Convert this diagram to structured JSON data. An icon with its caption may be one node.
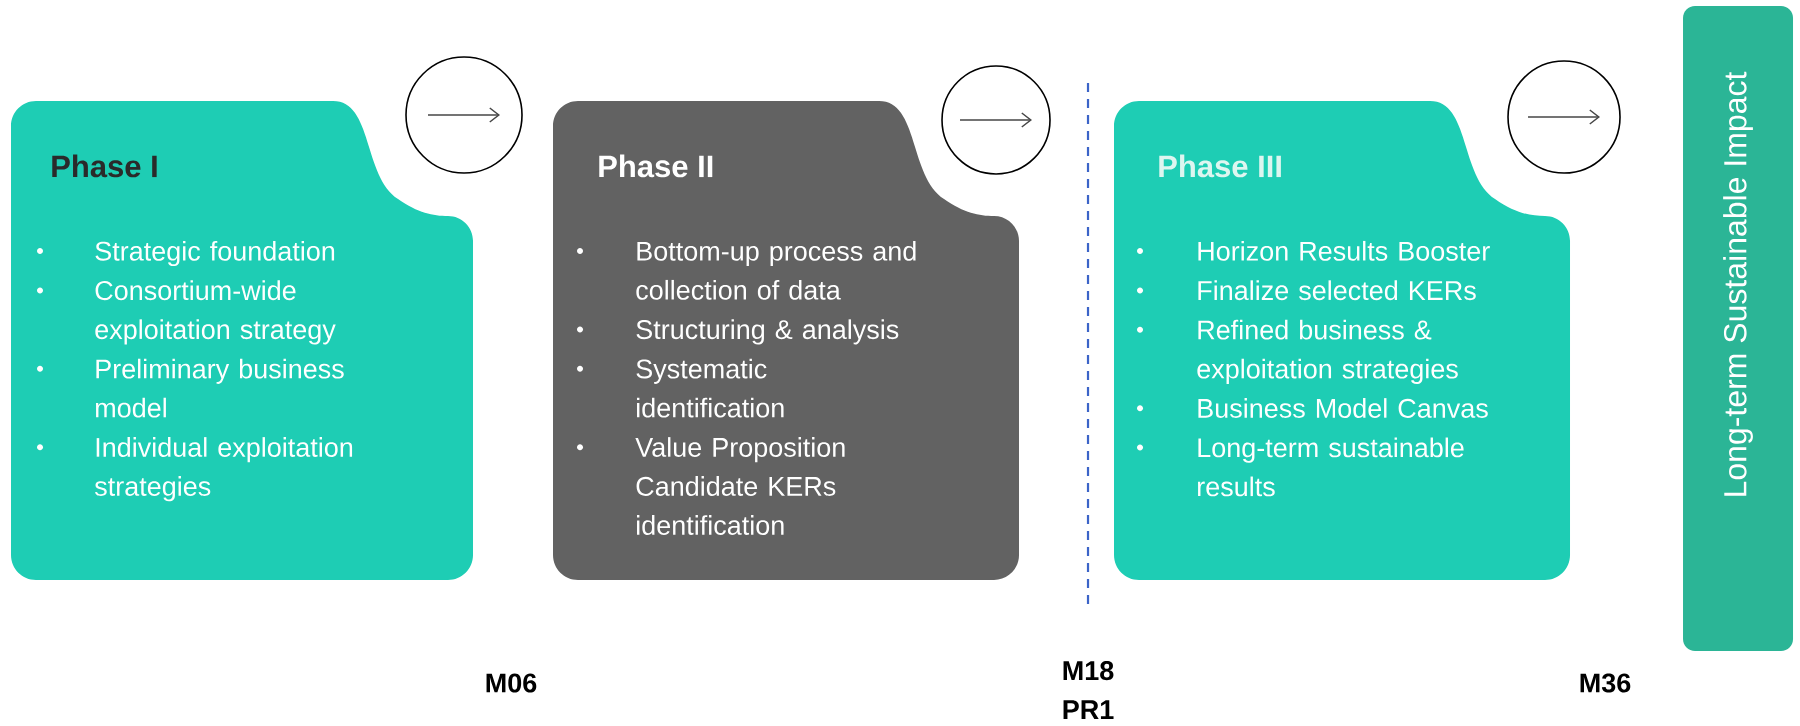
{
  "diagram": {
    "nodes": [
      {
        "text": [
          "Phase I",
          "Strategic foundation",
          "Consortium-wide exploitation strategy",
          "Preliminary business model",
          "Individual exploitation strategies"
        ]
      },
      {
        "text": [],
        "shape": "circle"
      },
      {
        "text": [
          "Phase II",
          "Bottom-up process and collection of data",
          "Structuring & analysis",
          "Systematic identification",
          "Value Proposition Candidate KERs identification"
        ]
      },
      {
        "text": [],
        "shape": "circle"
      },
      {
        "text": [
          "Phase III",
          "Horizon Results Booster",
          "Finalize selected KERs",
          "Refined business & exploitation strategies",
          "Business Model Canvas",
          "Long-term sustainable results"
        ]
      },
      {
        "text": [],
        "shape": "circle"
      },
      {
        "text": [
          "Long-term Sustainable Impact"
        ]
      }
    ],
    "labels": [
      "M06",
      "M18 PR1",
      "M36"
    ]
  }
}
